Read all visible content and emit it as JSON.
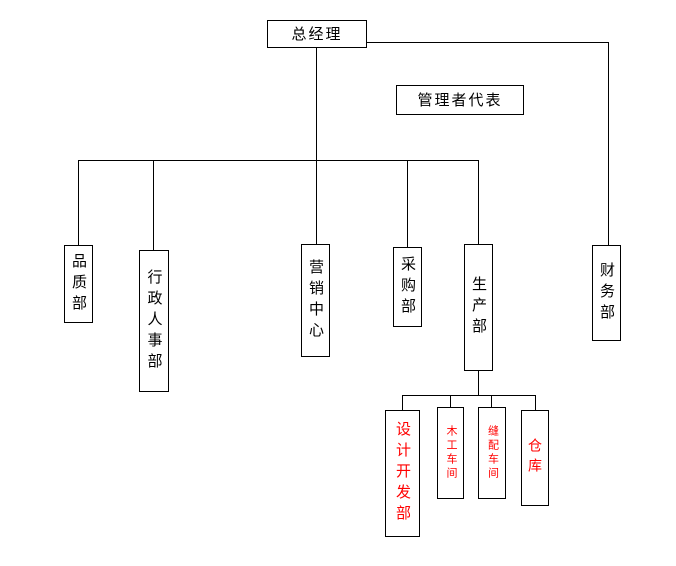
{
  "nodes": {
    "general_manager": "总经理",
    "management_rep": "管理者代表",
    "quality_dept": "品质部",
    "admin_hr_dept": "行政人事部",
    "marketing_center": "营销中心",
    "purchasing_dept": "采购部",
    "production_dept": "生产部",
    "finance_dept": "财务部",
    "design_dev_dept": "设计开发部",
    "woodwork_workshop": "木工车间",
    "sewing_assembly_workshop": "缝配车间",
    "warehouse": "仓库"
  },
  "colors": {
    "line": "#000000",
    "text": "#000000",
    "highlight_text": "#ff0000",
    "background": "#ffffff"
  }
}
